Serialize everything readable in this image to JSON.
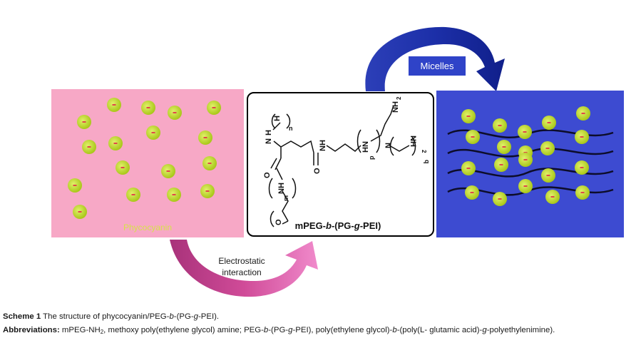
{
  "figure": {
    "micelles_label": "Micelles",
    "electrostatic_label_line1": "Electrostatic",
    "electrostatic_label_line2": "interaction",
    "phycocyanin_label": "Phycocyanin",
    "polymer_label_prefix": "mPEG-",
    "polymer_label_b": "b",
    "polymer_label_mid": "-(PG-",
    "polymer_label_g": "g",
    "polymer_label_suffix": "-PEI)",
    "structure_atoms": {
      "h_top": "H",
      "n_sub": "n",
      "nh_backbone": "N",
      "h_backbone": "H",
      "o_left": "O",
      "o_right": "O",
      "nh_amide": "NH",
      "hn_branch": "HN",
      "p_sub": "p",
      "nh2_top": "NH",
      "nh2_top_sub": "2",
      "n_mid": "N",
      "nh2_right": "NH",
      "nh2_right_sub": "2",
      "q_sub": "q",
      "nh_lower": "NH",
      "m_sub": "m",
      "o_bottom": "O"
    },
    "colors": {
      "phycocyanin_box": "#f7a8c6",
      "micelle_box": "#3d4bd1",
      "particle_fill": "#c3dd2a",
      "particle_dot": "#e04848",
      "micelles_label_bg": "#2f43c8",
      "arrow_blue": "#1c2fa8",
      "arrow_pink": "#d04b98",
      "phycocyanin_text": "#d6e24a"
    }
  },
  "caption": {
    "scheme_number": "Scheme 1",
    "scheme_text_pre": " The structure of phycocyanin/PEG-",
    "scheme_b": "b",
    "scheme_mid": "-(PG-",
    "scheme_g": "g",
    "scheme_end": "-PEI).",
    "abbrev_label": "Abbreviations:",
    "abbrev_1": " mPEG-NH",
    "abbrev_1_sub": "2",
    "abbrev_2": ", methoxy poly(ethylene glycol) amine; PEG-",
    "abbrev_b1": "b",
    "abbrev_3": "-(PG-",
    "abbrev_g1": "g",
    "abbrev_4": "-PEI), poly(ethylene glycol)-",
    "abbrev_b2": "b",
    "abbrev_5": "-(poly(L- glutamic acid)-",
    "abbrev_g2": "g",
    "abbrev_6": "-polyethylenimine)."
  }
}
